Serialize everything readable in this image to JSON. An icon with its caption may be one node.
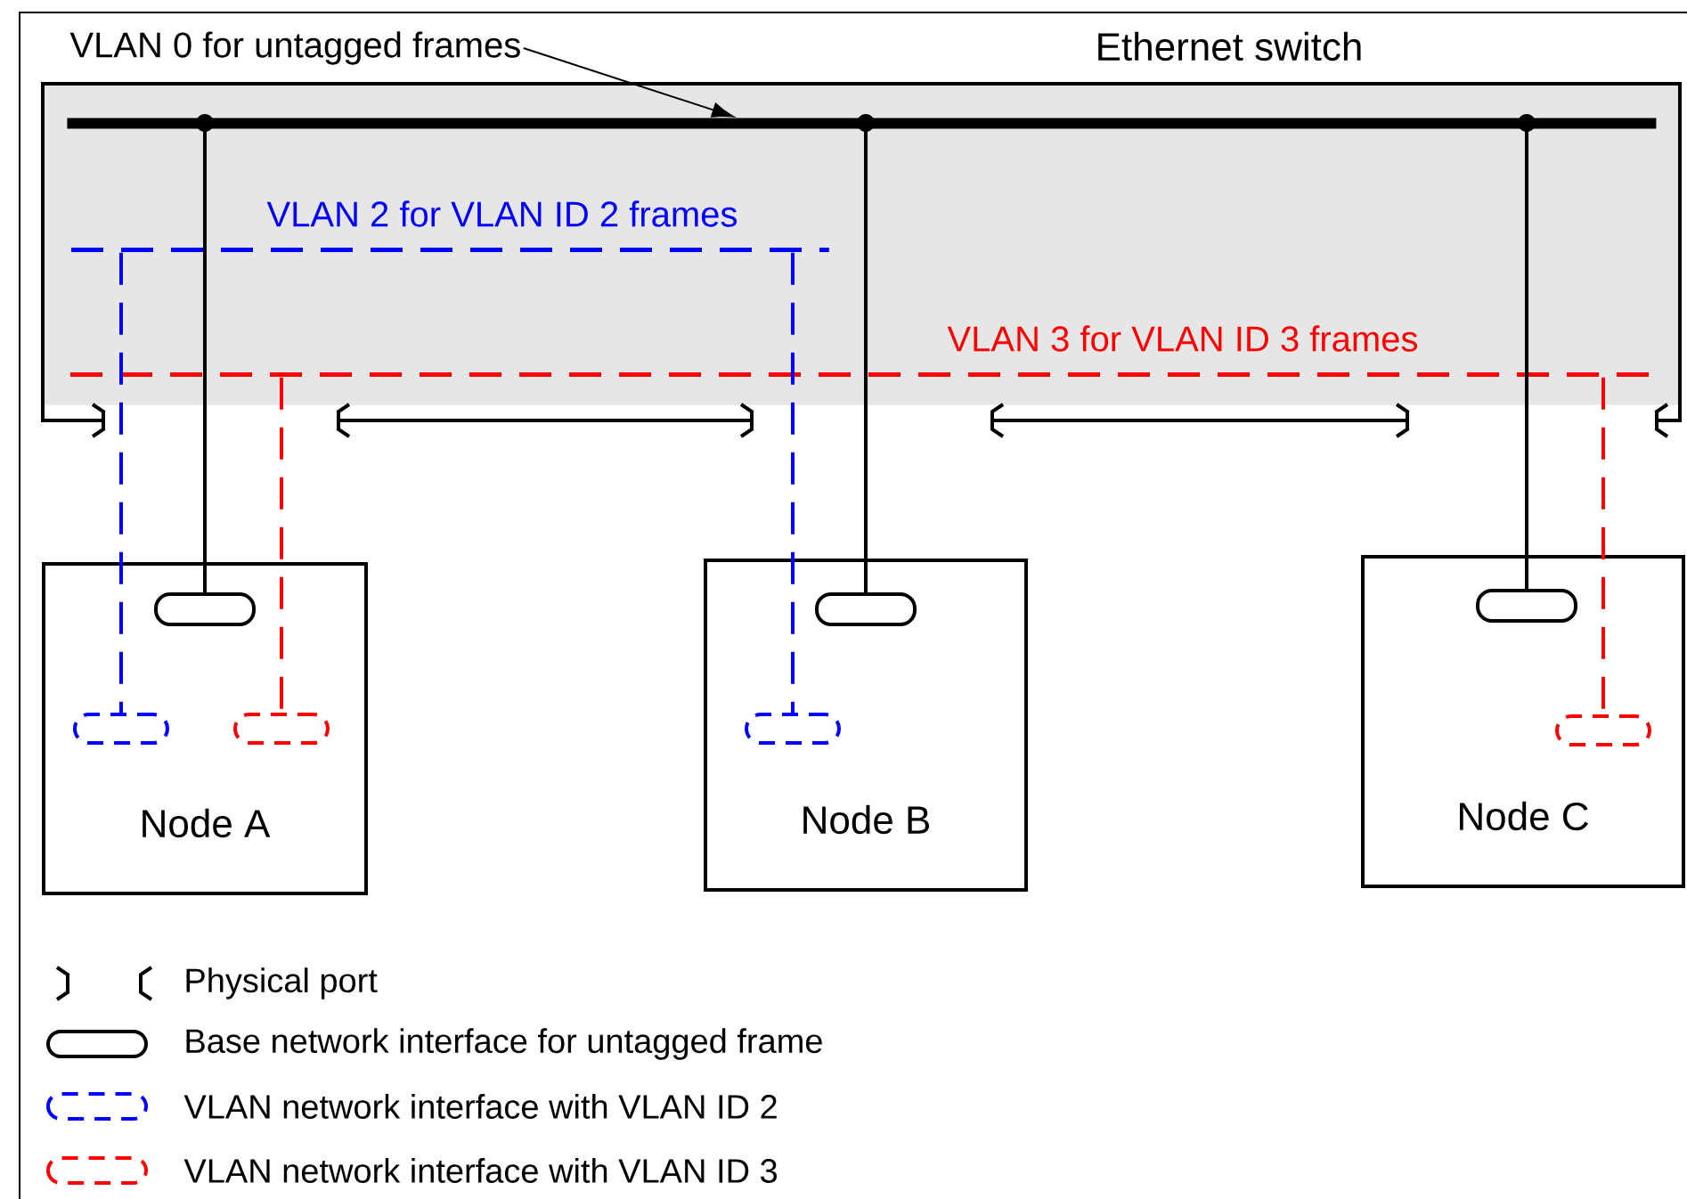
{
  "diagram": {
    "nodes": [
      {
        "text": [
          "VLAN 0 for untagged frames"
        ]
      },
      {
        "text": [
          "Ethernet switch"
        ]
      },
      {
        "text": [],
        "shape": "bar",
        "in": 1
      },
      {
        "text": [],
        "shape": "line",
        "in": 1,
        "beside": [
          "VLAN 2 for VLAN ID 2 frames"
        ]
      },
      {
        "text": [],
        "shape": "line",
        "in": 1,
        "beside": [
          "VLAN 3 for VLAN ID 3 frames"
        ]
      },
      {
        "text": [
          "Node A"
        ]
      },
      {
        "text": [
          "Node B"
        ]
      },
      {
        "text": [
          "Node C"
        ]
      },
      {
        "text": [],
        "shape": "box",
        "in": 5
      },
      {
        "text": [],
        "shape": "box",
        "in": 5
      },
      {
        "text": [],
        "shape": "box",
        "in": 5
      },
      {
        "text": [],
        "shape": "box",
        "in": 6
      },
      {
        "text": [],
        "shape": "box",
        "in": 6
      },
      {
        "text": [],
        "shape": "box",
        "in": 7
      },
      {
        "text": [],
        "shape": "box",
        "in": 7
      }
    ],
    "edges": [
      {
        "from": 0,
        "to": 2,
        "arrow": "to"
      },
      {
        "from": 2,
        "to": 8,
        "arrow": "none"
      },
      {
        "from": 2,
        "to": 11,
        "arrow": "none"
      },
      {
        "from": 2,
        "to": 13,
        "arrow": "none"
      },
      {
        "from": 3,
        "to": 9,
        "arrow": "none",
        "style": "dashed",
        "color": "#0000ff"
      },
      {
        "from": 3,
        "to": 12,
        "arrow": "none",
        "style": "dashed",
        "color": "#0000ff"
      },
      {
        "from": 4,
        "to": 10,
        "arrow": "none",
        "style": "dashed",
        "color": "#ff0000"
      },
      {
        "from": 4,
        "to": 14,
        "arrow": "none",
        "style": "dashed",
        "color": "#ff0000"
      }
    ],
    "legend": [
      {
        "text": "Physical port"
      },
      {
        "text": "Base network interface for untagged frame"
      },
      {
        "text": "VLAN network interface with VLAN ID 2"
      },
      {
        "text": "VLAN network interface with VLAN ID 3"
      }
    ]
  }
}
